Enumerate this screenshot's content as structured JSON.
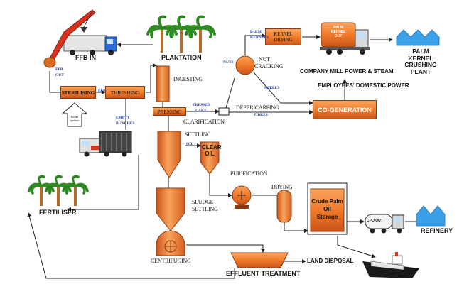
{
  "labels": {
    "ffb_in": "FFB IN",
    "plantation": "PLANTATION",
    "fertiliser": "FERTILISER",
    "refinery": "REFINERY",
    "palm_kernel_crushing_plant": [
      "PALM",
      "KERNEL",
      "CRUSHING",
      "PLANT"
    ],
    "company_mill_power": "COMPANY MILL POWER & STEAM",
    "employees_power": "EMPLOYEES' DOMESTIC POWER",
    "effluent_treatment": "EFFLUENT TREATMENT",
    "land_disposal": "LAND DISPOSAL"
  },
  "process": {
    "sterilising": "STERILISING",
    "threshing": "THRESHING",
    "digesting": "DIGESTING",
    "pressing": "PRESSING",
    "clarification": "CLARIFICATION",
    "settling": "SETTLING",
    "clear_oil": [
      "CLEAR",
      "OIL"
    ],
    "oil": "OIL",
    "purification": "PURIFICATION",
    "drying": "DRYING",
    "crude_palm_oil_storage": [
      "Crude Palm",
      "Oil",
      "Storage"
    ],
    "sludge_settling": [
      "SLUDGE",
      "SETTLING"
    ],
    "centrifuging": "CENTRIFUGING",
    "depericarping": "DEPERICARPING",
    "nut_cracking": [
      "NUT",
      "CRACKING"
    ],
    "kernel_drying": [
      "KERNEL",
      "DRYING"
    ],
    "co_generation": "CO-GENERATION",
    "boiler_ignition": [
      "Boiler",
      "Ignition"
    ]
  },
  "small_labels": {
    "ffb_out": [
      "FFB",
      "OUT"
    ],
    "efb": "EFB",
    "empty_fruit_bunches": [
      "EMPTY",
      "BUNCHES"
    ],
    "pressed_cake": [
      "PRESSED",
      "CAKE"
    ],
    "nuts": "NUTS",
    "palm_kernels": [
      "PALM",
      "KERNELS"
    ],
    "shells": "SHELLS",
    "fibres": "FIBRES"
  },
  "vehicles": {
    "kernel_truck": [
      "PALM",
      "KERNEL",
      "OUT"
    ],
    "cpo_truck": "CPO OUT"
  },
  "colors": {
    "orange": "#f07a2a",
    "orange_dark": "#c2521a",
    "line": "#222222",
    "palm_green": "#2f8a24",
    "trunk": "#b46a2a",
    "factory_blue": "#3aa0e8",
    "blue_text": "#1f3aa0"
  }
}
